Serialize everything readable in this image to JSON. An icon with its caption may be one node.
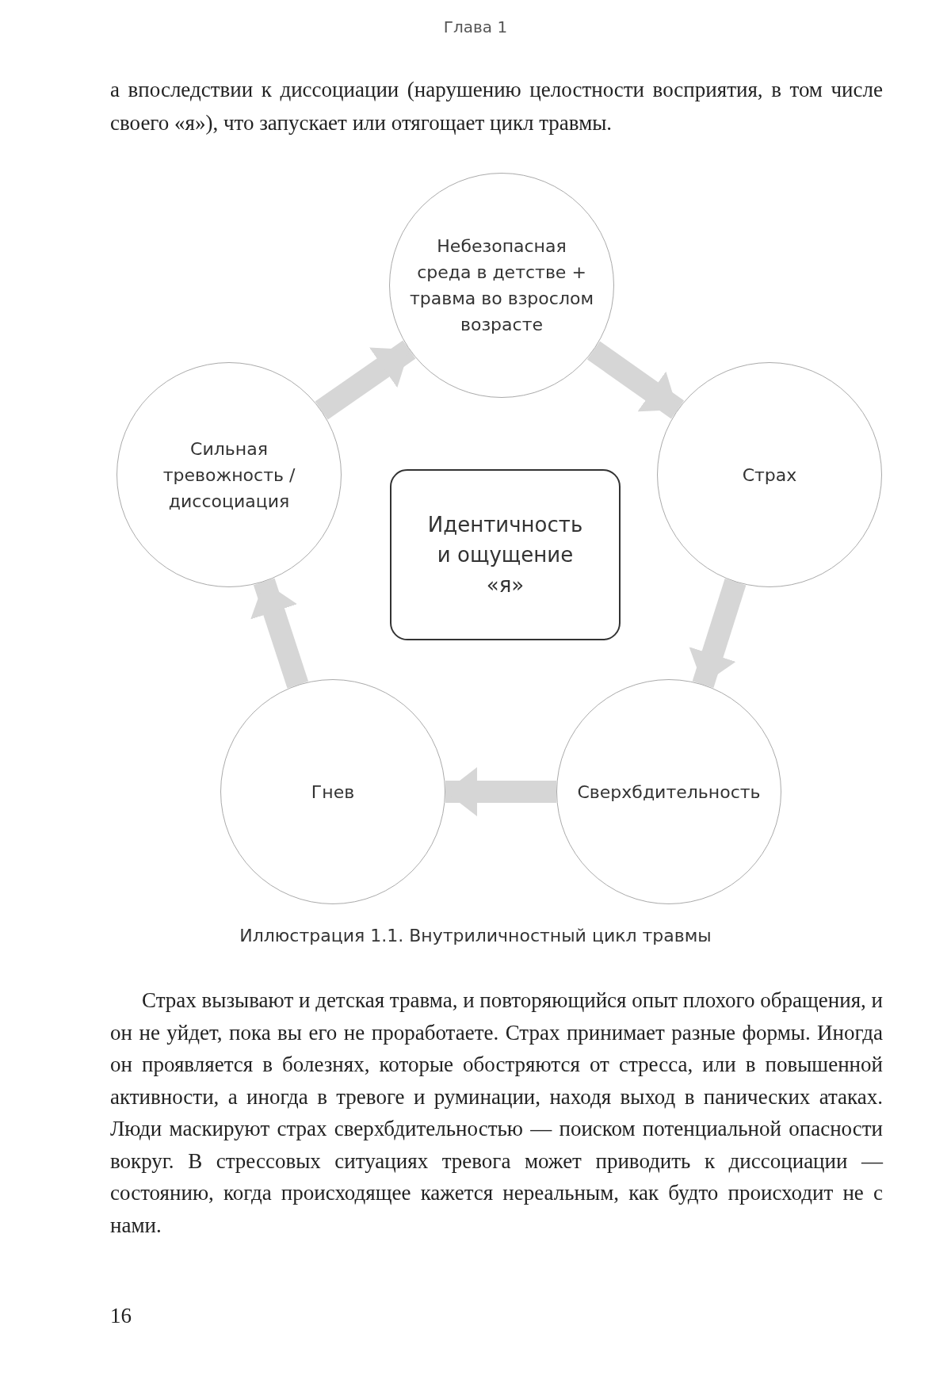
{
  "diagram": {
    "caption": "Иллюстрация 1.1. Внутриличностный цикл травмы",
    "nodes": [
      {
        "text": [
          "Небезопасная среда в детстве + травма во взрослом возрасте"
        ]
      },
      {
        "text": [
          "Страх"
        ]
      },
      {
        "text": [
          "Сверхбдительность"
        ]
      },
      {
        "text": [
          "Гнев"
        ]
      },
      {
        "text": [
          "Сильная тревожность / диссоциация"
        ]
      },
      {
        "text": [
          "Идентичность и ощущение «я»"
        ]
      }
    ],
    "edges": [
      {
        "from": 0,
        "to": 1,
        "arrow": "to"
      },
      {
        "from": 1,
        "to": 2,
        "arrow": "to"
      },
      {
        "from": 2,
        "to": 3,
        "arrow": "to"
      },
      {
        "from": 3,
        "to": 4,
        "arrow": "to"
      },
      {
        "from": 4,
        "to": 0,
        "arrow": "to"
      }
    ],
    "labels": [
      "Глава 1",
      "а впоследствии к диссоциации (нарушению целостности восприятия, в том числе своего «я»), что запускает или отягощает цикл травмы.",
      "Страх вызывают и детская травма, и повторяющийся опыт плохого обращения, и он не уйдет, пока вы его не проработаете. Страх принимает разные формы. Иногда он проявляется в болезнях, которые обостряются от стресса, или в повышенной активности, а иногда в тревоге и руминации, находя выход в панических атаках. Люди маскируют страх сверхбдительностью — поиском потенциальной опасности вокруг. В стрессовых ситуациях тревога может приводить к диссоциации — состоянию, когда происходящее кажется нереальным, как будто происходит не с нами.",
      "16"
    ]
  }
}
